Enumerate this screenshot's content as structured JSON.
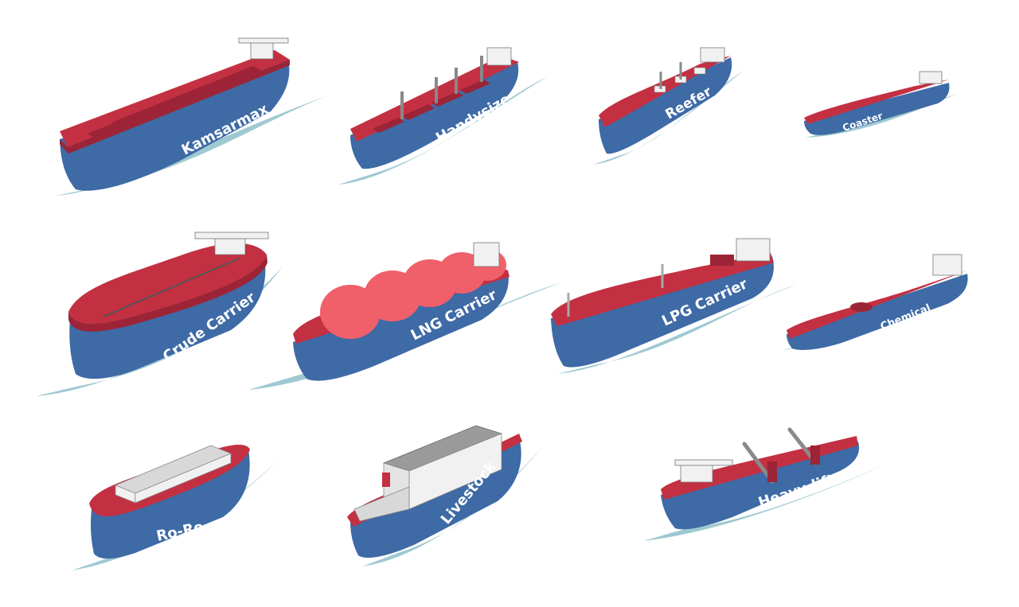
{
  "colors": {
    "background": "#ffffff",
    "hull": "#3e6aa6",
    "deck": "#c33042",
    "deck_dark": "#9c2436",
    "wake": "#9fc9d2",
    "superstructure": "#f1f1f1",
    "lng_tanks": "#f0606a",
    "label": "#ffffff"
  },
  "ships": [
    {
      "label": "Kamsarmax"
    },
    {
      "label": "Handysize"
    },
    {
      "label": "Reefer"
    },
    {
      "label": "Coaster"
    },
    {
      "label": "Crude Carrier"
    },
    {
      "label": "LNG Carrier"
    },
    {
      "label": "LPG Carrier"
    },
    {
      "label": "Chemical"
    },
    {
      "label": "Ro-Ro"
    },
    {
      "label": "Livestock"
    },
    {
      "label": "Heavy-lift"
    }
  ]
}
